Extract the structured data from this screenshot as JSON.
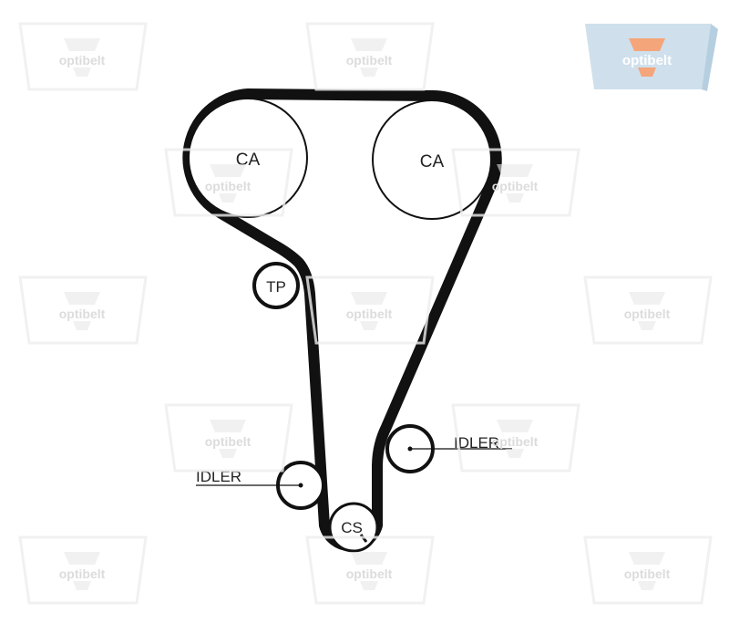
{
  "brand": {
    "name": "optibelt",
    "accent": "#f4a57a",
    "panel": "#c9dcea"
  },
  "watermark_text": "optibelt",
  "pulleys": {
    "ca_left": "CA",
    "ca_right": "CA",
    "tp": "TP",
    "cs": "CS"
  },
  "labels": {
    "idler_right": "IDLER",
    "idler_left": "IDLER"
  }
}
